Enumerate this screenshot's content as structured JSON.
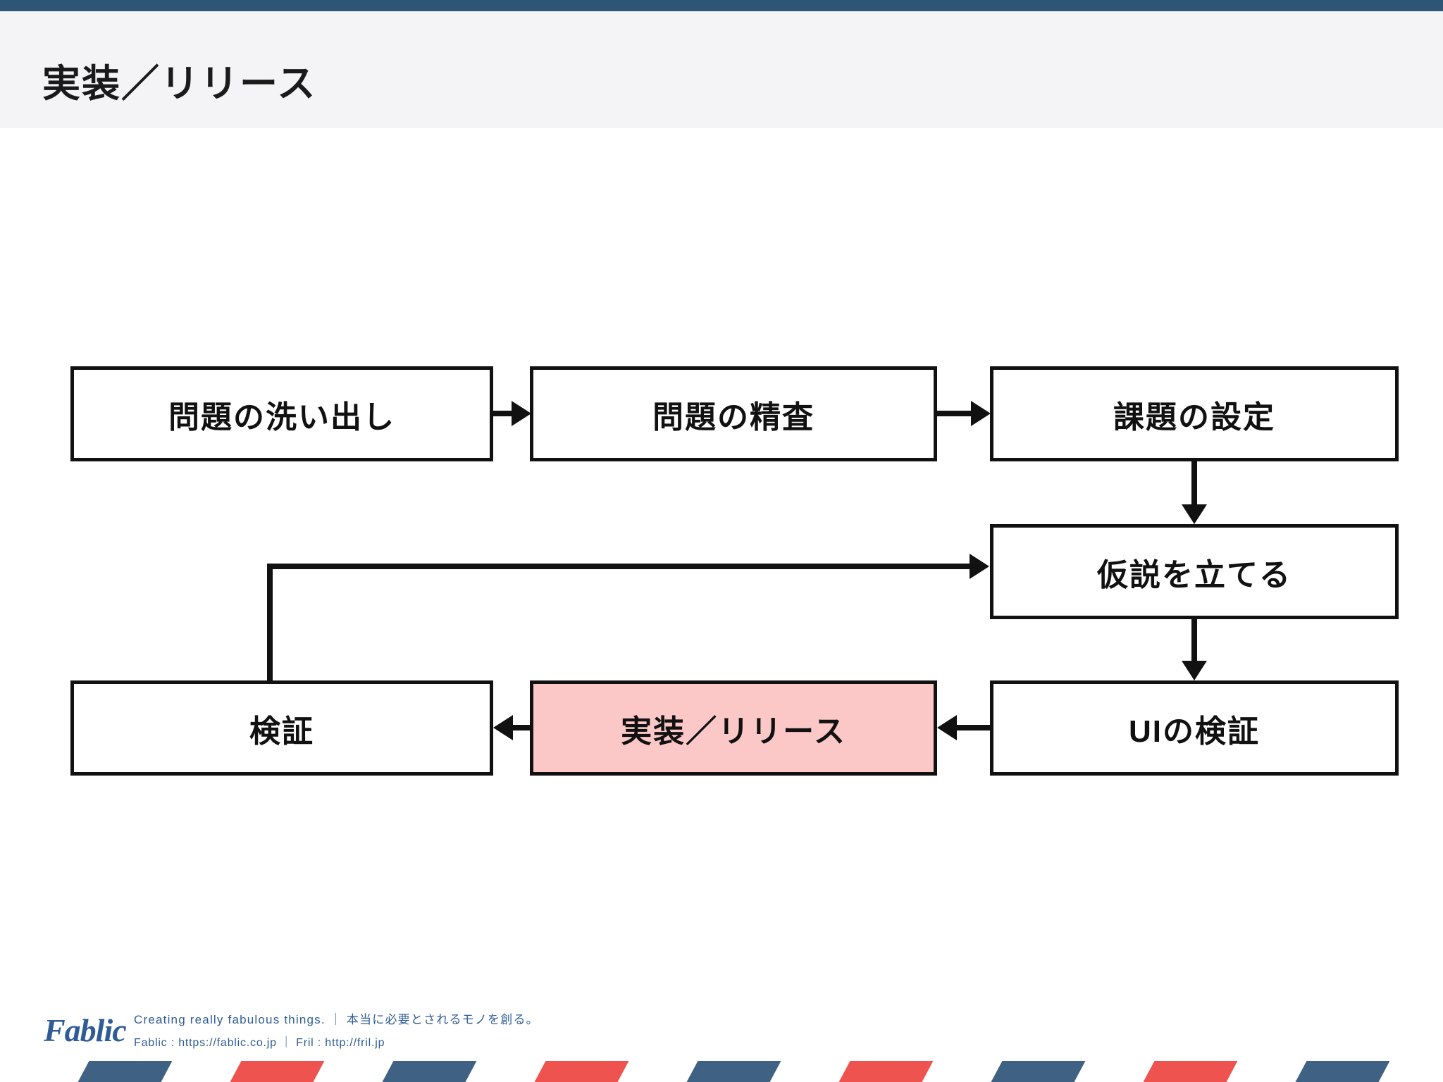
{
  "slide": {
    "title": "実装／リリース",
    "top_bar_color": "#2d5575",
    "header_bg_color": "#f4f4f7",
    "body_bg_color": "#ffffff"
  },
  "diagram": {
    "type": "flowchart",
    "node_border_color": "#111111",
    "highlight_color": "#fbc7c7",
    "nodes": [
      {
        "id": "problem-discovery",
        "label": "問題の洗い出し",
        "highlighted": false
      },
      {
        "id": "problem-review",
        "label": "問題の精査",
        "highlighted": false
      },
      {
        "id": "issue-setting",
        "label": "課題の設定",
        "highlighted": false
      },
      {
        "id": "hypothesis",
        "label": "仮説を立てる",
        "highlighted": false
      },
      {
        "id": "verification",
        "label": "検証",
        "highlighted": false
      },
      {
        "id": "implementation",
        "label": "実装／リリース",
        "highlighted": true
      },
      {
        "id": "ui-verification",
        "label": "UIの検証",
        "highlighted": false
      }
    ],
    "edges": [
      {
        "from": "problem-discovery",
        "to": "problem-review",
        "direction": "right"
      },
      {
        "from": "problem-review",
        "to": "issue-setting",
        "direction": "right"
      },
      {
        "from": "issue-setting",
        "to": "hypothesis",
        "direction": "down"
      },
      {
        "from": "hypothesis",
        "to": "ui-verification",
        "direction": "down"
      },
      {
        "from": "ui-verification",
        "to": "implementation",
        "direction": "left"
      },
      {
        "from": "implementation",
        "to": "verification",
        "direction": "left"
      },
      {
        "from": "verification",
        "to": "hypothesis",
        "direction": "loop-up-right"
      }
    ]
  },
  "footer": {
    "logo_text": "Fablic",
    "tagline": "Creating really fabulous things.  ｜  本当に必要とされるモノを創る。",
    "urls": "Fablic : https://fablic.co.jp  ｜  Fril : http://fril.jp",
    "brand_color": "#2f5c96",
    "stripe_colors": [
      "#3f6183",
      "#ef5350"
    ]
  }
}
